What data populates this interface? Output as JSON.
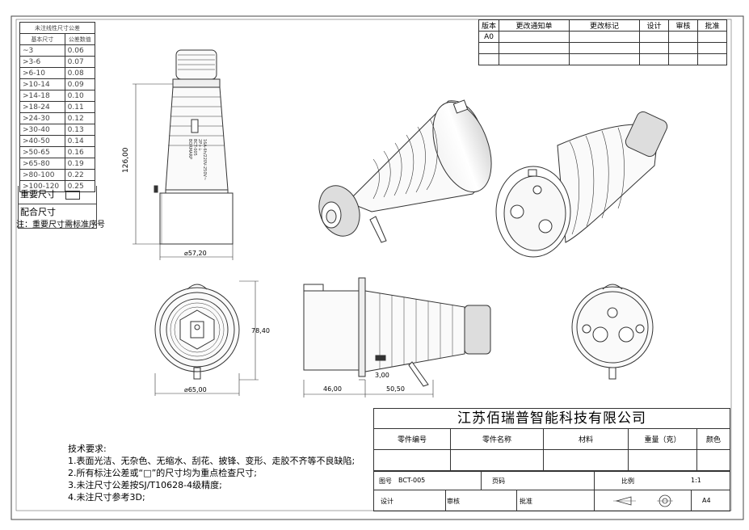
{
  "tolerance_table": {
    "title": "未注线性尺寸公差",
    "headers": [
      "基本尺寸",
      "公差数值"
    ],
    "rows": [
      [
        "~3",
        "0.06"
      ],
      [
        ">3-6",
        "0.07"
      ],
      [
        ">6-10",
        "0.08"
      ],
      [
        ">10-14",
        "0.09"
      ],
      [
        ">14-18",
        "0.10"
      ],
      [
        ">18-24",
        "0.11"
      ],
      [
        ">24-30",
        "0.12"
      ],
      [
        ">30-40",
        "0.13"
      ],
      [
        ">40-50",
        "0.14"
      ],
      [
        ">50-65",
        "0.16"
      ],
      [
        ">65-80",
        "0.19"
      ],
      [
        ">80-100",
        "0.22"
      ],
      [
        ">100-120",
        "0.25"
      ]
    ],
    "key_dim_label": "重要尺寸",
    "fit_dim_label": "配合尺寸",
    "note": "注：重要尺寸需标准序号"
  },
  "revision_table": {
    "headers": [
      "版本",
      "更改通知单",
      "更改标记",
      "设计",
      "审核",
      "批准"
    ],
    "rows": [
      [
        "A0",
        "",
        "",
        "",
        "",
        ""
      ],
      [
        "",
        "",
        "",
        "",
        "",
        ""
      ],
      [
        "",
        "",
        "",
        "",
        "",
        ""
      ]
    ]
  },
  "dimensions": {
    "height": "126,00",
    "diameter_top": "⌀57,20",
    "height_front": "78,40",
    "diameter_front": "⌀65,00",
    "len_left": "46,00",
    "len_right": "50,50",
    "gap": "3,00"
  },
  "side_view_marking": {
    "brand": "BORMARP",
    "model": "BCT-005",
    "spec": "2P+⏚",
    "rating": "16A-6h/220V-250V~"
  },
  "tech_requirements": {
    "title": "技术要求:",
    "items": [
      "1.表面光洁、无杂色、无缩水、刮花、披锋、变形、走胶不齐等不良缺陷;",
      "2.所有标注公差或“□”的尺寸均为重点检查尺寸;",
      "3.未注尺寸公差按SJ/T10628-4级精度;",
      "4.未注尺寸参考3D;"
    ]
  },
  "title_block": {
    "company": "江苏佰瑞普智能科技有限公司",
    "part_no_label": "零件编号",
    "part_name_label": "零件名称",
    "material_label": "材料",
    "weight_label": "重量（克）",
    "color_label": "颜色",
    "drawing_no_label": "图号",
    "drawing_no": "BCT-005",
    "page_label": "页码",
    "scale_label": "比例",
    "scale": "1:1",
    "design_label": "设计",
    "review_label": "审核",
    "approve_label": "批准",
    "size": "A4"
  }
}
